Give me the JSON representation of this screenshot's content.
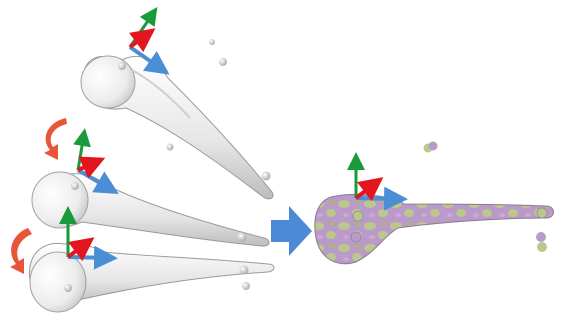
{
  "figure": {
    "items": [
      {
        "name": "bone-model-top",
        "kind": "grey-mesh"
      },
      {
        "name": "bone-model-middle",
        "kind": "grey-mesh"
      },
      {
        "name": "bone-model-bottom",
        "kind": "grey-mesh"
      },
      {
        "name": "bone-model-registered",
        "kind": "overlay-mesh"
      }
    ],
    "arrows": {
      "rotation_icon": "curved-rotation-arrow",
      "transition_icon": "blocky-right-arrow"
    },
    "colors": {
      "background": "#ffffff",
      "bone_fill": "#f2f2f2",
      "bone_edge": "#9a9a9a",
      "bone_shade": "#d4d4d4",
      "overlay_purple": "#b99ac9",
      "overlay_green": "#bcc78c",
      "axis_x": "#4a8fd6",
      "axis_y": "#1a9a3a",
      "axis_z": "#e3151e",
      "rotation_arrow": "#e8563a",
      "transition_arrow": "#4a8ad6"
    }
  }
}
